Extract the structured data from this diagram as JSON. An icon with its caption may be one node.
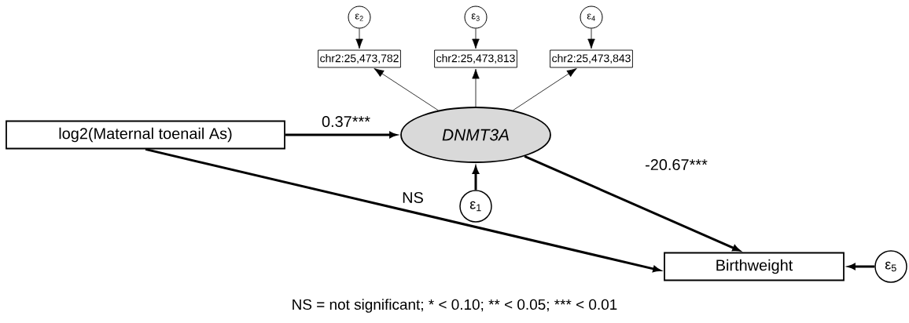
{
  "diagram": {
    "caption": "NS = not significant; * < 0.10; ** < 0.05; *** < 0.01",
    "nodes": [
      {
        "text": [
          "ε$_{2}$"
        ]
      },
      {
        "text": [
          "ε$_{3}$"
        ]
      },
      {
        "text": [
          "ε$_{4}$"
        ]
      },
      {
        "text": [
          "chr2:25,473,782"
        ]
      },
      {
        "text": [
          "chr2:25,473,813"
        ]
      },
      {
        "text": [
          "chr2:25,473,843"
        ]
      },
      {
        "text": [
          "log2(Maternal toenail As)"
        ]
      },
      {
        "text": [
          "DNMT3A"
        ]
      },
      {
        "text": [
          "ε$_{1}$"
        ]
      },
      {
        "text": [
          "Birthweight"
        ]
      },
      {
        "text": [
          "ε$_{5}$"
        ]
      }
    ],
    "edges": [
      {
        "from": 0,
        "to": 3,
        "arrow": "to"
      },
      {
        "from": 1,
        "to": 4,
        "arrow": "to"
      },
      {
        "from": 2,
        "to": 5,
        "arrow": "to"
      },
      {
        "from": 7,
        "to": 3,
        "arrow": "to"
      },
      {
        "from": 7,
        "to": 4,
        "arrow": "to"
      },
      {
        "from": 7,
        "to": 5,
        "arrow": "to"
      },
      {
        "from": 6,
        "to": 7,
        "arrow": "to",
        "label": "0.37***",
        "style": "thick"
      },
      {
        "from": 6,
        "to": 9,
        "arrow": "to",
        "label": "NS",
        "style": "thick"
      },
      {
        "from": 7,
        "to": 9,
        "arrow": "to",
        "label": "-20.67***",
        "style": "thick"
      },
      {
        "from": 8,
        "to": 7,
        "arrow": "to",
        "style": "thick"
      },
      {
        "from": 10,
        "to": 9,
        "arrow": "to",
        "style": "thick"
      }
    ]
  }
}
